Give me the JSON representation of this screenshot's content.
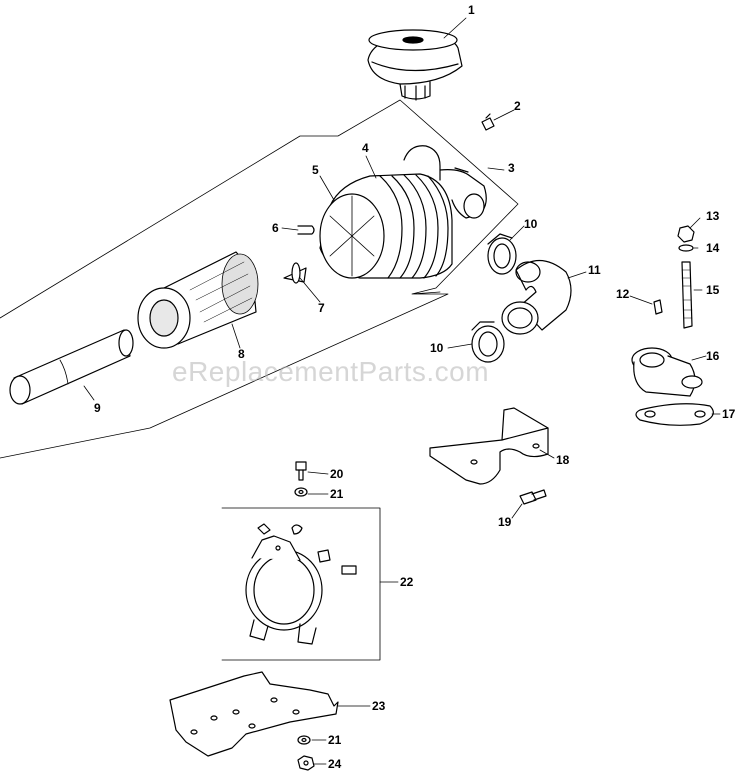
{
  "watermark": "eReplacementParts.com",
  "colors": {
    "line": "#000000",
    "part_fill": "#ffffff",
    "shade": "#d8d8d8",
    "watermark": "#b4b4b4"
  },
  "callouts": [
    {
      "id": "c1",
      "text": "1"
    },
    {
      "id": "c2",
      "text": "2"
    },
    {
      "id": "c3",
      "text": "3"
    },
    {
      "id": "c4",
      "text": "4"
    },
    {
      "id": "c5",
      "text": "5"
    },
    {
      "id": "c6",
      "text": "6"
    },
    {
      "id": "c7",
      "text": "7"
    },
    {
      "id": "c8",
      "text": "8"
    },
    {
      "id": "c9",
      "text": "9"
    },
    {
      "id": "c10a",
      "text": "10"
    },
    {
      "id": "c10b",
      "text": "10"
    },
    {
      "id": "c11",
      "text": "11"
    },
    {
      "id": "c12",
      "text": "12"
    },
    {
      "id": "c13",
      "text": "13"
    },
    {
      "id": "c14",
      "text": "14"
    },
    {
      "id": "c15",
      "text": "15"
    },
    {
      "id": "c16",
      "text": "16"
    },
    {
      "id": "c17",
      "text": "17"
    },
    {
      "id": "c18",
      "text": "18"
    },
    {
      "id": "c19",
      "text": "19"
    },
    {
      "id": "c20",
      "text": "20"
    },
    {
      "id": "c21a",
      "text": "21"
    },
    {
      "id": "c22",
      "text": "22"
    },
    {
      "id": "c23",
      "text": "23"
    },
    {
      "id": "c21b",
      "text": "21"
    },
    {
      "id": "c24",
      "text": "24"
    }
  ]
}
